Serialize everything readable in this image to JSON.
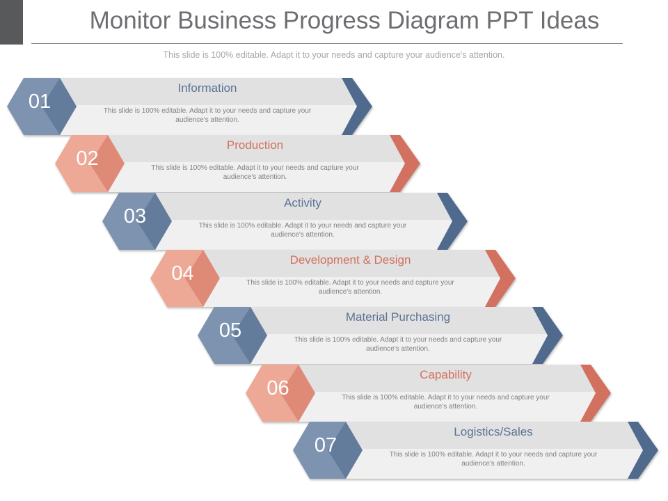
{
  "header": {
    "title": "Monitor Business Progress Diagram PPT Ideas",
    "subtitle": "This slide is 100% editable. Adapt it to your needs and capture your audience's attention."
  },
  "colors": {
    "blue_dark": "#506a8c",
    "blue_light": "#7d93b0",
    "red_dark": "#d2715e",
    "red_light": "#eda896",
    "band_top": "#e1e1e1",
    "band_bottom": "#f0f0f0"
  },
  "steps": [
    {
      "number": "01",
      "title": "Information",
      "description": "This slide is 100% editable. Adapt it to your needs and capture your audience's attention.",
      "color": "blue"
    },
    {
      "number": "02",
      "title": "Production",
      "description": "This slide is 100% editable. Adapt it to your needs and capture your audience's attention.",
      "color": "red"
    },
    {
      "number": "03",
      "title": "Activity",
      "description": "This slide is 100% editable. Adapt it to your needs and capture your audience's attention.",
      "color": "blue"
    },
    {
      "number": "04",
      "title": "Development & Design",
      "description": "This slide is 100% editable. Adapt it to your needs and capture your audience's attention.",
      "color": "red"
    },
    {
      "number": "05",
      "title": "Material Purchasing",
      "description": "This slide is 100% editable. Adapt it to your needs and capture your audience's attention.",
      "color": "blue"
    },
    {
      "number": "06",
      "title": "Capability",
      "description": "This slide is 100% editable. Adapt it to your needs and capture your audience's attention.",
      "color": "red"
    },
    {
      "number": "07",
      "title": "Logistics/Sales",
      "description": "This slide is 100% editable. Adapt it to your needs and capture your audience's attention.",
      "color": "blue"
    }
  ]
}
